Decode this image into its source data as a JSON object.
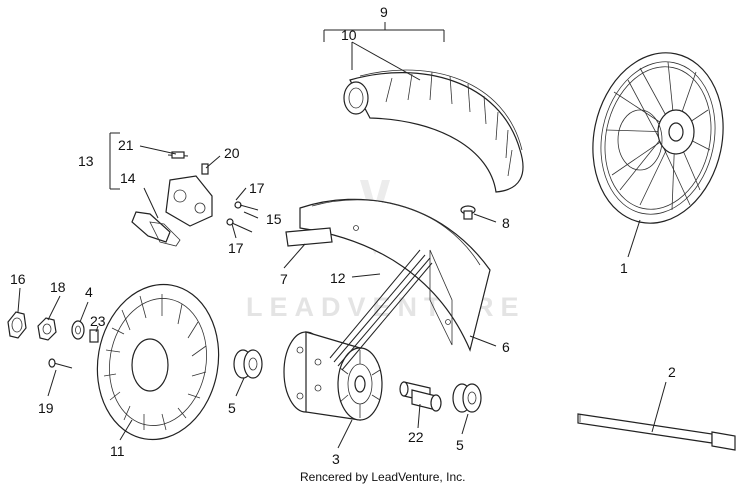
{
  "watermark": "LEADVENTURE",
  "footer": "Rencered by LeadVenture, Inc.",
  "callouts": {
    "c1": "1",
    "c2": "2",
    "c3": "3",
    "c4": "4",
    "c5a": "5",
    "c5b": "5",
    "c6": "6",
    "c7": "7",
    "c8": "8",
    "c9": "9",
    "c10": "10",
    "c11": "11",
    "c12": "12",
    "c13": "13",
    "c14": "14",
    "c15": "15",
    "c16": "16",
    "c17a": "17",
    "c17b": "17",
    "c18": "18",
    "c19": "19",
    "c20": "20",
    "c21": "21",
    "c22": "22",
    "c23": "23"
  }
}
